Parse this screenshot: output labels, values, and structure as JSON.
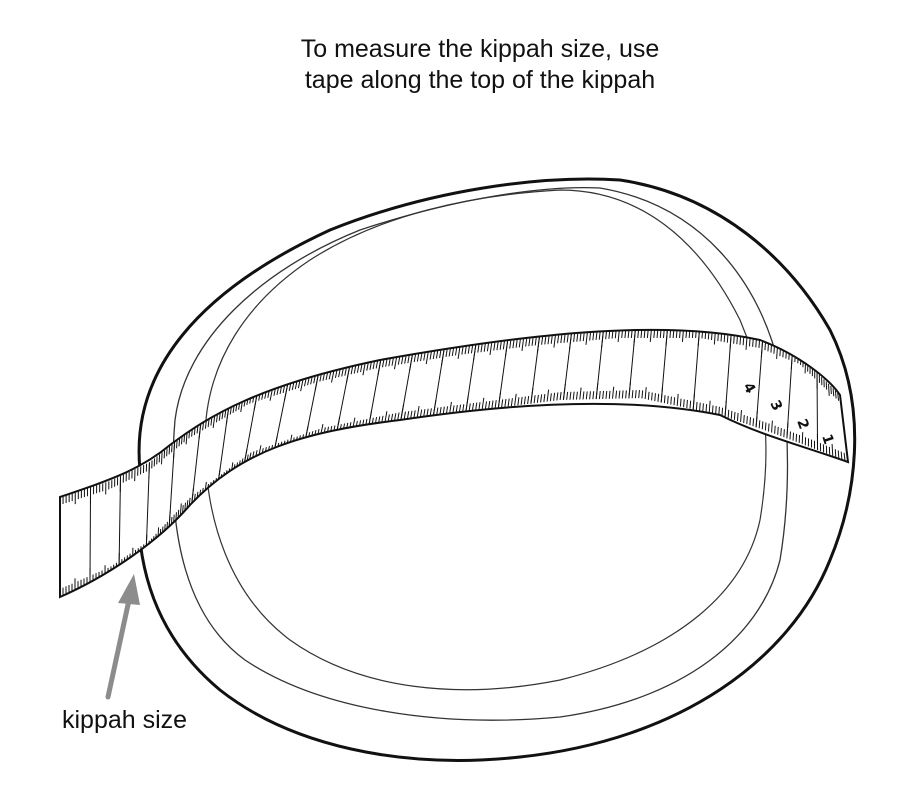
{
  "instruction": {
    "line1": "To measure the kippah size, use",
    "line2": "tape along the top of the kippah"
  },
  "callout": {
    "label": "kippah size",
    "arrow_color": "#8c8c8c"
  },
  "tape": {
    "numbers": [
      "1",
      "2",
      "3",
      "4"
    ]
  },
  "colors": {
    "outline": "#111111",
    "tape_fill": "#ffffff"
  }
}
